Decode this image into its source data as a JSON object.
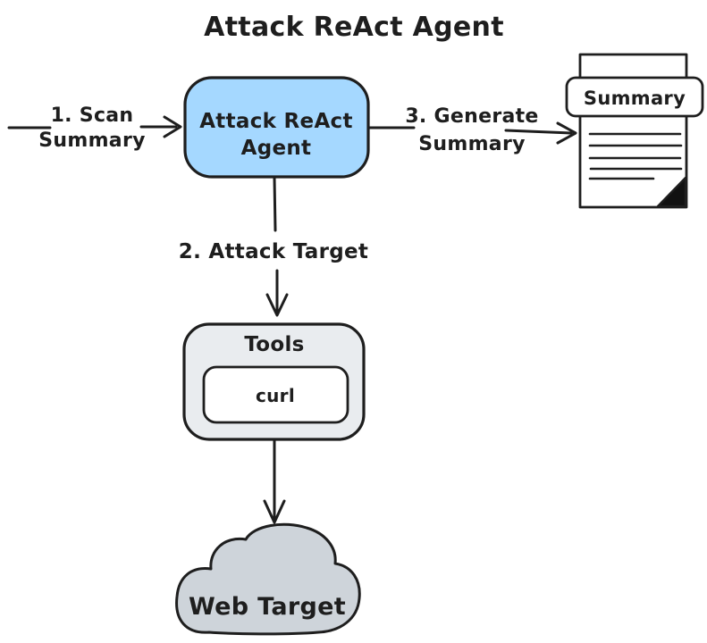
{
  "title": "Attack ReAct Agent",
  "colors": {
    "background": "#ffffff",
    "stroke": "#1e1e1e",
    "agent_fill": "#a5d8ff",
    "tools_fill": "#e9ecef",
    "inner_fill": "#ffffff",
    "cloud_fill": "#ced4da",
    "doc_fill": "#ffffff",
    "fold_fill": "#111111"
  },
  "nodes": {
    "agent": {
      "line1": "Attack ReAct",
      "line2": "Agent"
    },
    "document": {
      "label": "Summary"
    },
    "tools": {
      "label": "Tools"
    },
    "curl": {
      "label": "curl"
    },
    "web_target": {
      "label": "Web Target"
    }
  },
  "edges": {
    "scan": {
      "line1": "1. Scan",
      "line2": "Summary"
    },
    "attack": {
      "label": "2. Attack Target"
    },
    "generate": {
      "line1": "3. Generate",
      "line2": "Summary"
    }
  }
}
